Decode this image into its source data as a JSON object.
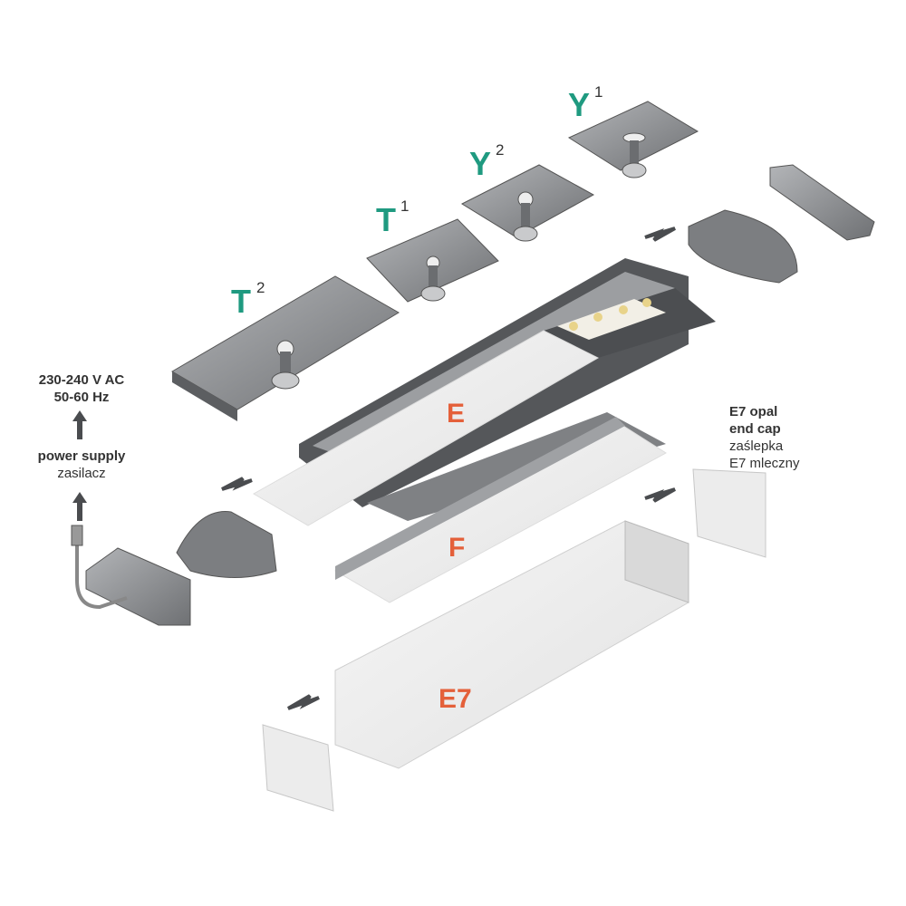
{
  "labels": {
    "T2": {
      "letter": "T",
      "sup": "2"
    },
    "T1": {
      "letter": "T",
      "sup": "1"
    },
    "Y2": {
      "letter": "Y",
      "sup": "2"
    },
    "Y1": {
      "letter": "Y",
      "sup": "1"
    },
    "E": "E",
    "F": "F",
    "E7": "E7"
  },
  "power": {
    "voltage": "230-240 V AC",
    "frequency": "50-60 Hz",
    "title": "power supply",
    "title_pl": "zasilacz"
  },
  "endcap": {
    "line1": "E7 opal",
    "line2": "end cap",
    "line3": "zaślepka",
    "line4": "E7 mleczny"
  },
  "colors": {
    "teal": "#1f9a80",
    "orange": "#e4603a",
    "metal": "#8a8c8f",
    "dark": "#4a4c4f"
  }
}
